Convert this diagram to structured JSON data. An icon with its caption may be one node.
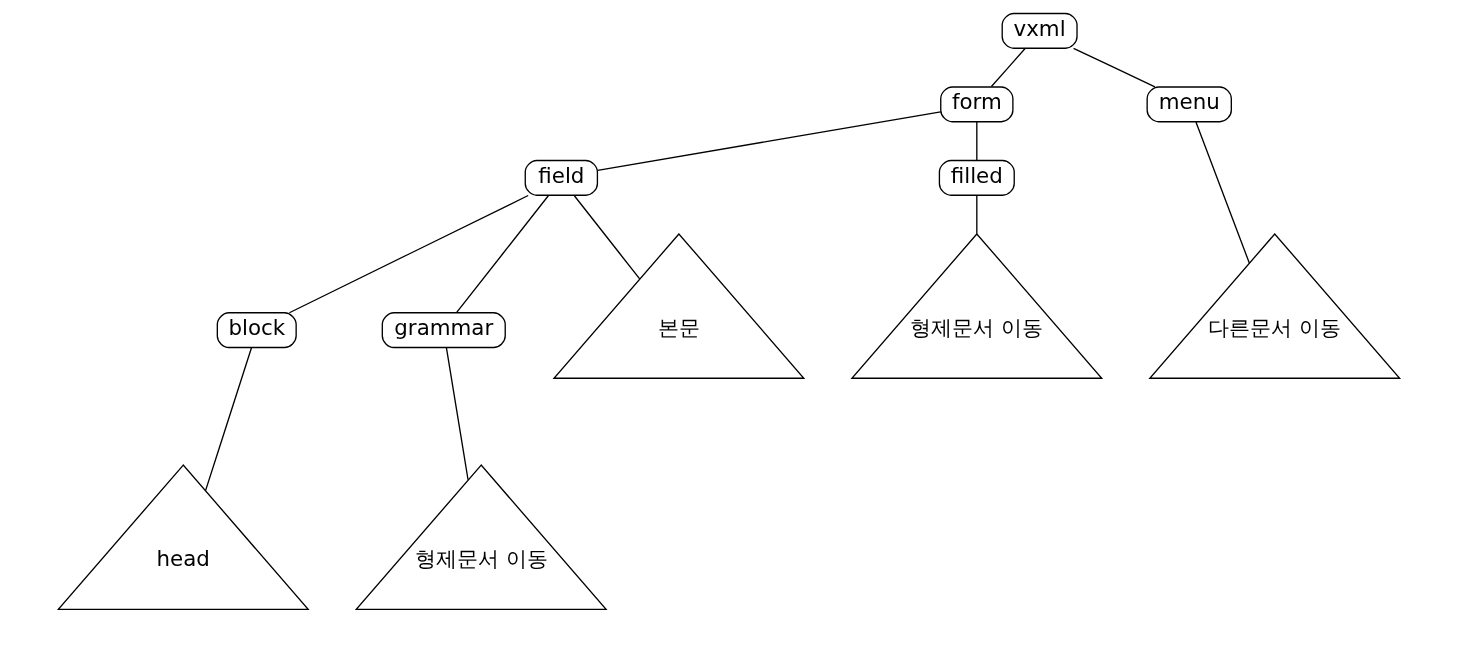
{
  "diagram": {
    "nodes": [
      {
        "text": [
          "vxml"
        ]
      },
      {
        "text": [
          "form"
        ]
      },
      {
        "text": [
          "menu"
        ]
      },
      {
        "text": [
          "field"
        ]
      },
      {
        "text": [
          "filled"
        ]
      },
      {
        "text": [
          "다른문서 이동"
        ]
      },
      {
        "text": [
          "block"
        ]
      },
      {
        "text": [
          "grammar"
        ]
      },
      {
        "text": [
          "본문"
        ]
      },
      {
        "text": [
          "형제문서 이동"
        ]
      },
      {
        "text": [
          "head"
        ]
      },
      {
        "text": [
          "형제문서 이동"
        ]
      }
    ],
    "edges": [
      {
        "from": 0,
        "to": 1,
        "arrow": "none"
      },
      {
        "from": 0,
        "to": 2,
        "arrow": "none"
      },
      {
        "from": 1,
        "to": 3,
        "arrow": "none"
      },
      {
        "from": 1,
        "to": 4,
        "arrow": "none"
      },
      {
        "from": 2,
        "to": 5,
        "arrow": "none"
      },
      {
        "from": 3,
        "to": 6,
        "arrow": "none"
      },
      {
        "from": 3,
        "to": 7,
        "arrow": "none"
      },
      {
        "from": 3,
        "to": 8,
        "arrow": "none"
      },
      {
        "from": 4,
        "to": 9,
        "arrow": "none"
      },
      {
        "from": 6,
        "to": 10,
        "arrow": "none"
      },
      {
        "from": 7,
        "to": 11,
        "arrow": "none"
      }
    ]
  }
}
